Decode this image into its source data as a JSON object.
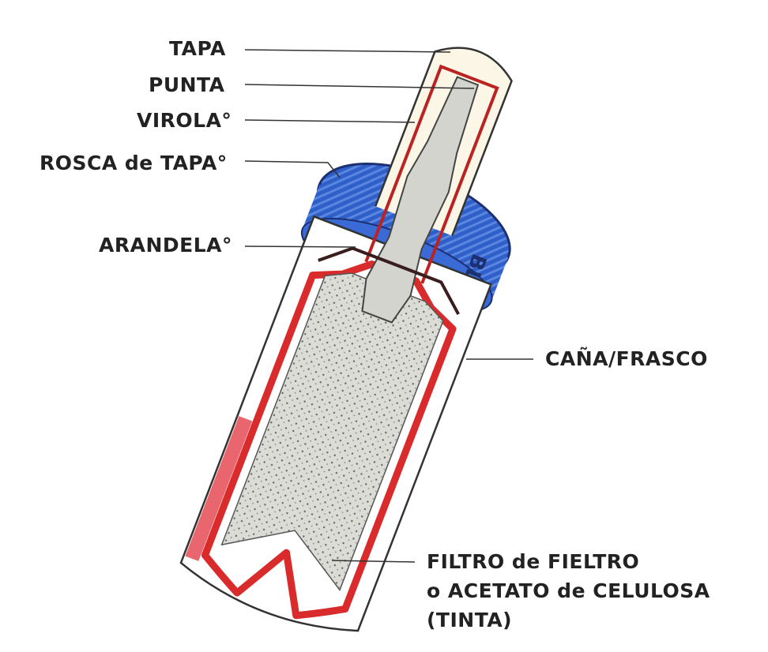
{
  "labels": {
    "tapa": "TAPA",
    "punta": "PUNTA",
    "virola": "VIROLA°",
    "rosca": "ROSCA de TAPA°",
    "arandela": "ARANDELA°",
    "cana": "CAÑA/FRASCO",
    "filtro_1": "FILTRO de FIELTRO",
    "filtro_2": "o ACETATO de CELULOSA",
    "filtro_3": "(TINTA)"
  },
  "cap_text": "BLUE",
  "colors": {
    "red": "#d92b2b",
    "blue": "#2f5fc9",
    "filter": "#d8d8d2",
    "outline": "#3a1d1d"
  }
}
